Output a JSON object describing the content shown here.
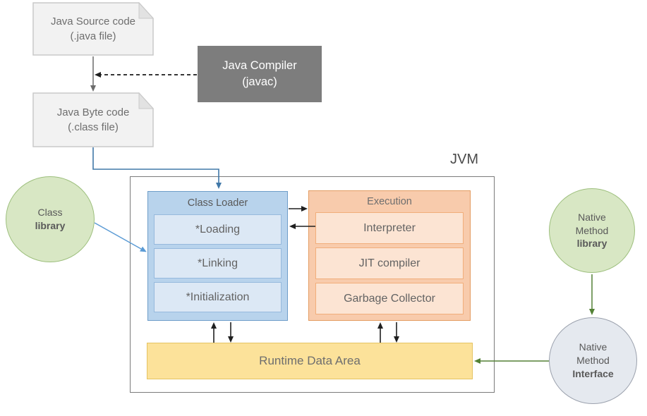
{
  "diagram_title": "JVM",
  "nodes": {
    "java_source": {
      "lines": [
        "Java Source code",
        "(.java file)"
      ]
    },
    "java_compiler": {
      "lines": [
        "Java Compiler",
        "(javac)"
      ]
    },
    "java_bytecode": {
      "lines": [
        "Java Byte code",
        "(.class file)"
      ]
    },
    "class_library": {
      "lines": [
        "Class",
        "library"
      ]
    },
    "class_loader": {
      "title": "Class Loader",
      "items": [
        "*Loading",
        "*Linking",
        "*Initialization"
      ]
    },
    "execution": {
      "title": "Execution",
      "items": [
        "Interpreter",
        "JIT compiler",
        "Garbage Collector"
      ]
    },
    "runtime_data_area": {
      "label": "Runtime Data Area"
    },
    "native_method_library": {
      "lines": [
        "Native",
        "Method",
        "library"
      ]
    },
    "native_method_interface": {
      "lines": [
        "Native",
        "Method",
        "Interface"
      ]
    }
  },
  "edges": [
    {
      "from": "java_source",
      "to": "java_bytecode",
      "style": "solid-gray-arrow"
    },
    {
      "from": "java_compiler",
      "to": "source-to-bytecode-flow",
      "style": "dashed-black-arrow"
    },
    {
      "from": "java_bytecode",
      "to": "class_loader",
      "style": "solid-steelblue-arrow"
    },
    {
      "from": "class_library",
      "to": "class_loader",
      "style": "solid-blue-arrow"
    },
    {
      "from": "class_loader",
      "to": "execution",
      "style": "black-arrow-right"
    },
    {
      "from": "execution",
      "to": "class_loader",
      "style": "black-arrow-left"
    },
    {
      "from": "runtime_data_area",
      "to": "class_loader",
      "style": "black-arrow-up"
    },
    {
      "from": "class_loader",
      "to": "runtime_data_area",
      "style": "black-arrow-down"
    },
    {
      "from": "runtime_data_area",
      "to": "execution",
      "style": "black-arrow-up"
    },
    {
      "from": "execution",
      "to": "runtime_data_area",
      "style": "black-arrow-down"
    },
    {
      "from": "native_method_library",
      "to": "native_method_interface",
      "style": "solid-green-arrow"
    },
    {
      "from": "native_method_interface",
      "to": "runtime_data_area",
      "style": "solid-green-arrow"
    }
  ],
  "colors": {
    "doc_fill": "#f2f2f2",
    "doc_border": "#c9c9c9",
    "compiler_fill": "#7d7d7d",
    "class_loader_fill": "#b8d3ec",
    "class_loader_item_fill": "#dce8f5",
    "execution_fill": "#f8cbac",
    "execution_item_fill": "#fce4d3",
    "runtime_fill": "#fce29a",
    "green_circle_fill": "#d8e7c4",
    "gray_circle_fill": "#e5e9ef",
    "arrow_blue": "#5b9bd5",
    "arrow_steelblue": "#4178a8",
    "arrow_green": "#538135",
    "arrow_black": "#1f1f1f",
    "text_gray": "#595959"
  }
}
